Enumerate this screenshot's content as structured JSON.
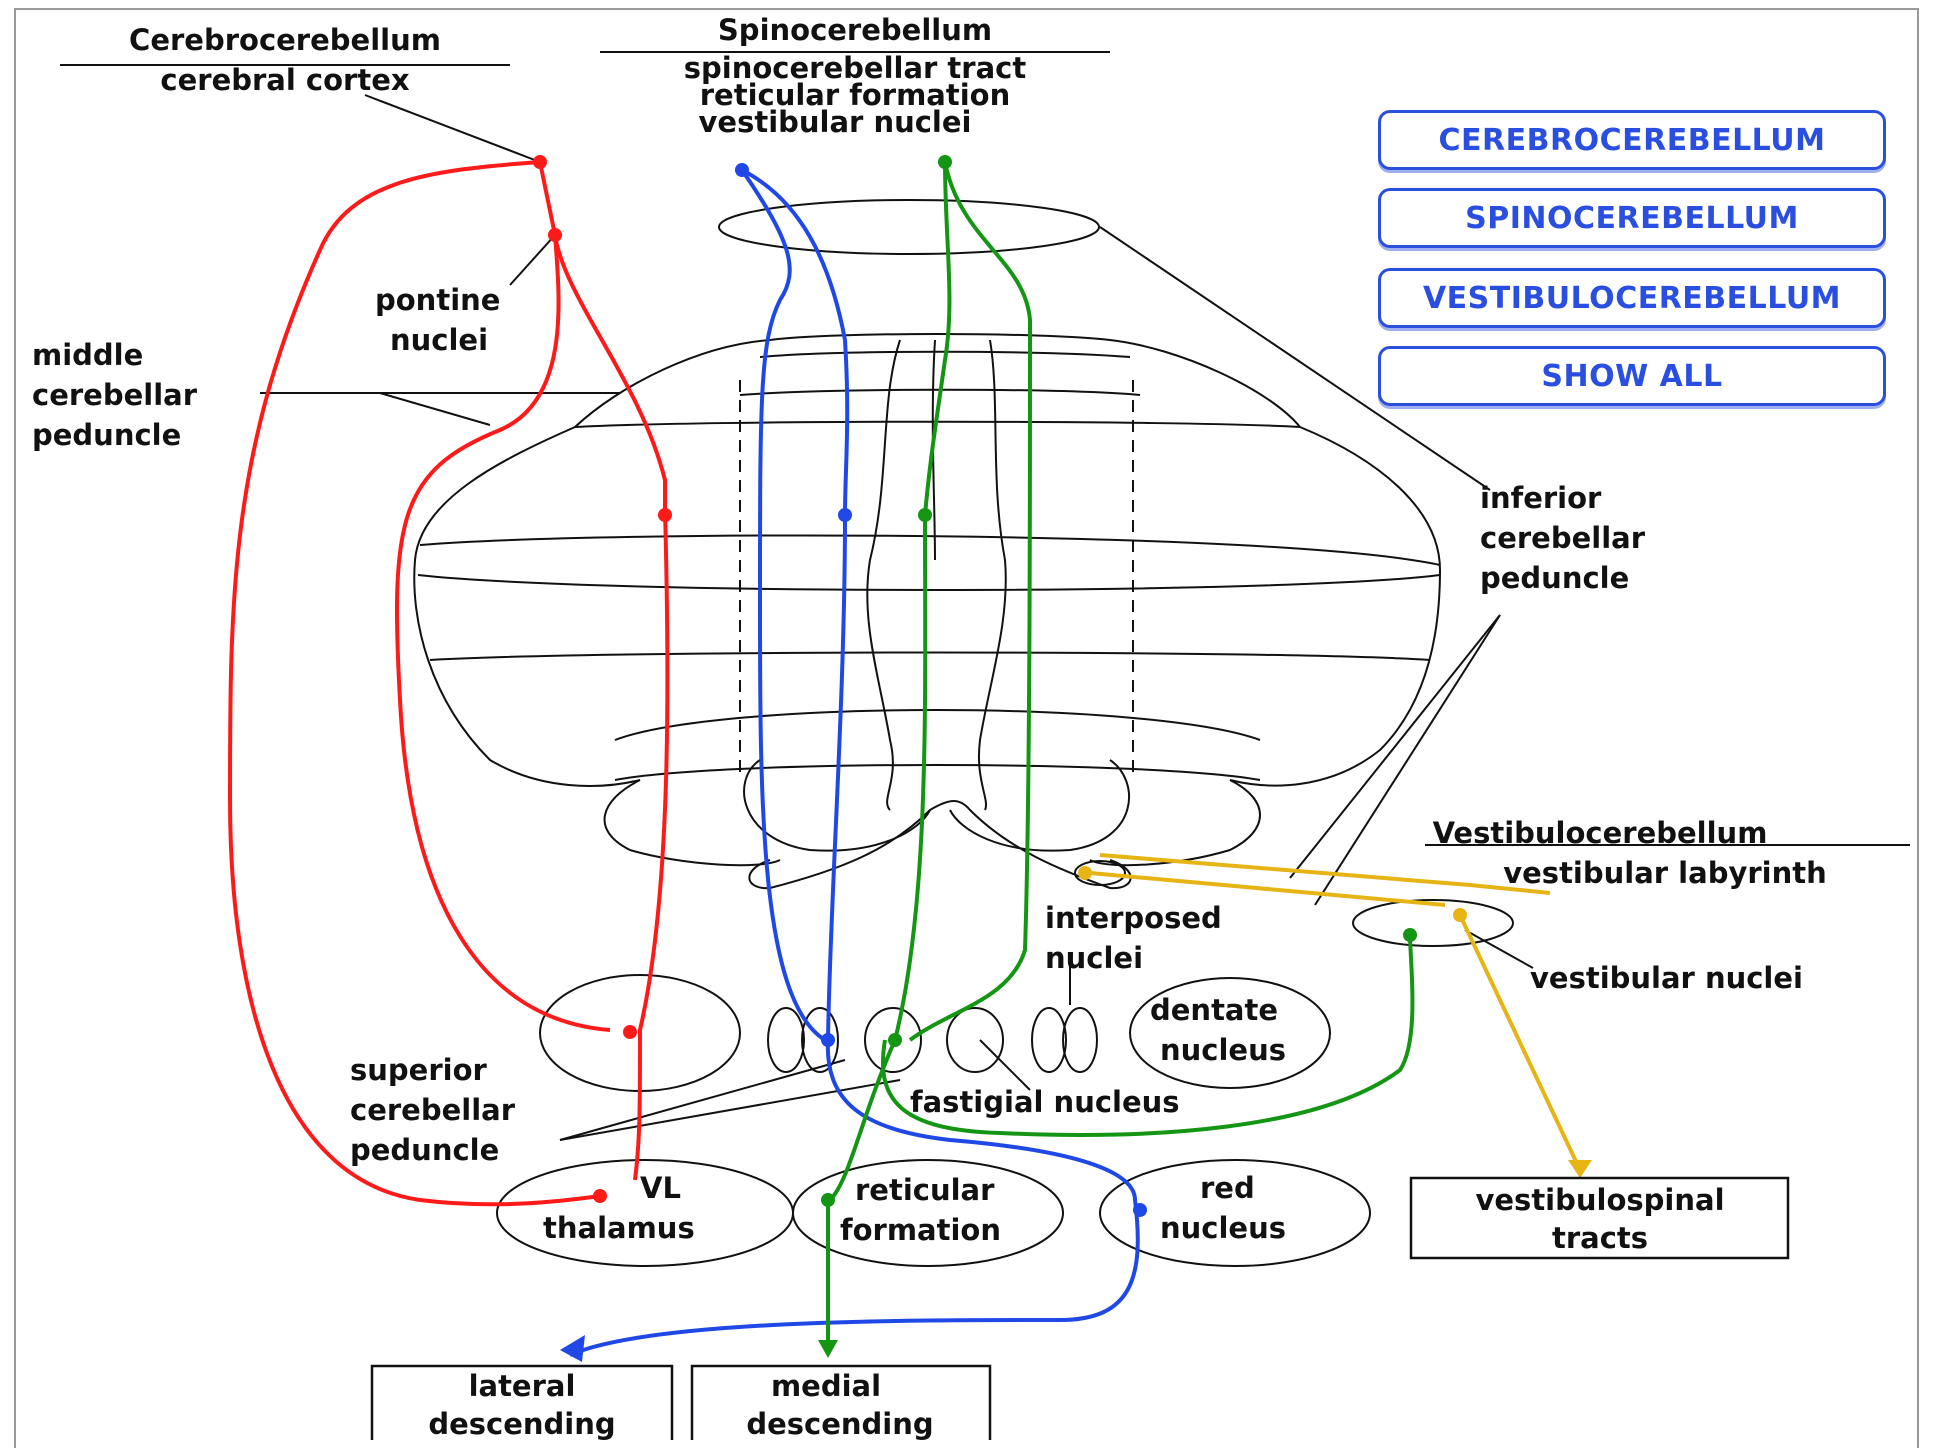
{
  "headers": {
    "cerebro_title": "Cerebrocerebellum",
    "cerebro_source": "cerebral cortex",
    "spino_title": "Spinocerebellum",
    "spino_source_1": "spinocerebellar tract",
    "spino_source_2": "reticular formation",
    "spino_source_3": "vestibular nuclei",
    "vestibulo_title": "Vestibulocerebellum",
    "vestibulo_source": "vestibular labyrinth"
  },
  "buttons": {
    "cerebrocerebellum": "CEREBROCEREBELLUM",
    "spinocerebellum": "SPINOCEREBELLUM",
    "vestibulocerebellum": "VESTIBULOCEREBELLUM",
    "show_all": "SHOW ALL"
  },
  "labels": {
    "pontine_1": "pontine",
    "pontine_2": "nuclei",
    "mcp_1": "middle",
    "mcp_2": "cerebellar",
    "mcp_3": "peduncle",
    "icp_1": "inferior",
    "icp_2": "cerebellar",
    "icp_3": "peduncle",
    "interposed_1": "interposed",
    "interposed_2": "nuclei",
    "vestibular_nuclei": "vestibular nuclei",
    "dentate_1": "dentate",
    "dentate_2": "nucleus",
    "fastigial": "fastigial nucleus",
    "scp_1": "superior",
    "scp_2": "cerebellar",
    "scp_3": "peduncle",
    "vl_1": "VL",
    "vl_2": "thalamus",
    "reticular_1": "reticular",
    "reticular_2": "formation",
    "red_1": "red",
    "red_2": "nucleus"
  },
  "output_boxes": {
    "vestibulospinal_1": "vestibulospinal",
    "vestibulospinal_2": "tracts",
    "lateral_1": "lateral",
    "lateral_2": "descending",
    "medial_1": "medial",
    "medial_2": "descending"
  },
  "colors": {
    "cerebrocerebellum": "#ff1a1a",
    "spinocerebellum_blue": "#1f48e6",
    "spinocerebellum_green": "#149614",
    "vestibulocerebellum": "#e6b414",
    "button": "#2a4fe0"
  }
}
